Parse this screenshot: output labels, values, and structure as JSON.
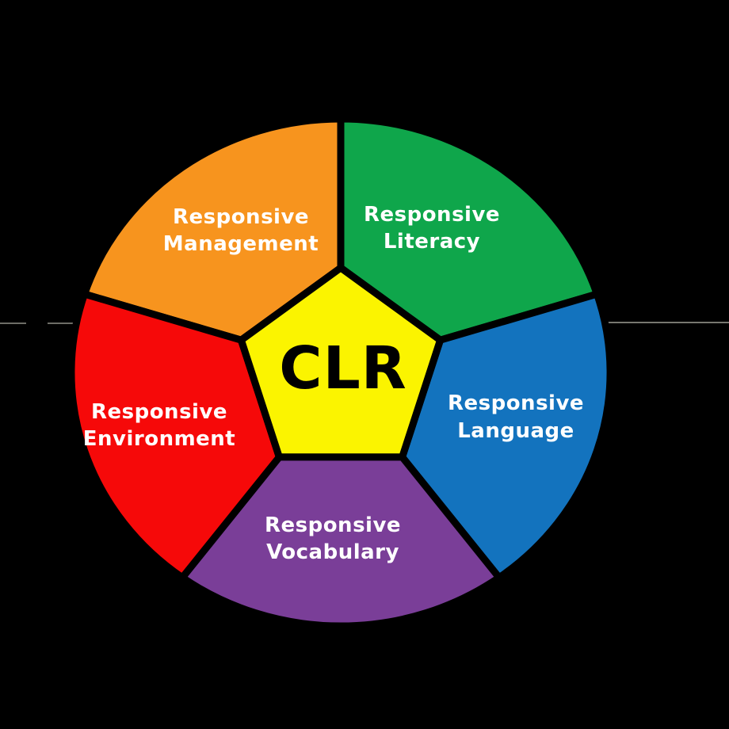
{
  "page": {
    "background_color": "#000000"
  },
  "diagram": {
    "center": {
      "label": "CLR",
      "fill": "#FBF400",
      "label_color": "#000000"
    },
    "segments": [
      {
        "id": "responsive-management",
        "line1": "Responsive",
        "line2": "Management",
        "color": "#F7941E",
        "position": "top-left"
      },
      {
        "id": "responsive-literacy",
        "line1": "Responsive",
        "line2": "Literacy",
        "color": "#0FA64B",
        "position": "top-right"
      },
      {
        "id": "responsive-language",
        "line1": "Responsive",
        "line2": "Language",
        "color": "#1373BE",
        "position": "right"
      },
      {
        "id": "responsive-vocabulary",
        "line1": "Responsive",
        "line2": "Vocabulary",
        "color": "#7A3E98",
        "position": "bottom"
      },
      {
        "id": "responsive-environment",
        "line1": "Responsive",
        "line2": "Environment",
        "color": "#F60909",
        "position": "left"
      }
    ],
    "label_text_color": "#FFFFFF",
    "outline_color": "#000000",
    "artifact_line_color": "#D9D9CC"
  }
}
